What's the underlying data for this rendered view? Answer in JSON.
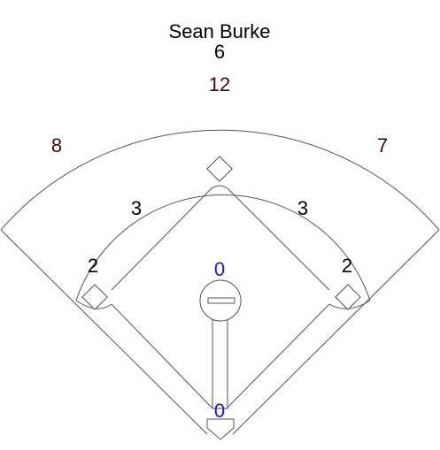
{
  "player_name": "Sean Burke",
  "colors": {
    "line": "#555555",
    "black": "#000000",
    "dark_red": "#3b0a0a",
    "blue": "#1a1ad6"
  },
  "zones": {
    "center_top": {
      "value": "6",
      "color": "#000000"
    },
    "center_deep": {
      "value": "12",
      "color": "#3b0a0a"
    },
    "left_field": {
      "value": "8",
      "color": "#3b0a0a"
    },
    "right_field": {
      "value": "7",
      "color": "#3b0a0a"
    },
    "left_infield": {
      "value": "3",
      "color": "#000000"
    },
    "right_infield": {
      "value": "3",
      "color": "#000000"
    },
    "third_base_line": {
      "value": "2",
      "color": "#000000"
    },
    "first_base_line": {
      "value": "2",
      "color": "#000000"
    },
    "pitcher": {
      "value": "0",
      "color": "#1a1ad6"
    },
    "catcher": {
      "value": "0",
      "color": "#1a1ad6"
    }
  },
  "icons": [
    "home-plate-icon",
    "first-base-icon",
    "second-base-icon",
    "third-base-icon",
    "pitcher-rubber-icon"
  ]
}
